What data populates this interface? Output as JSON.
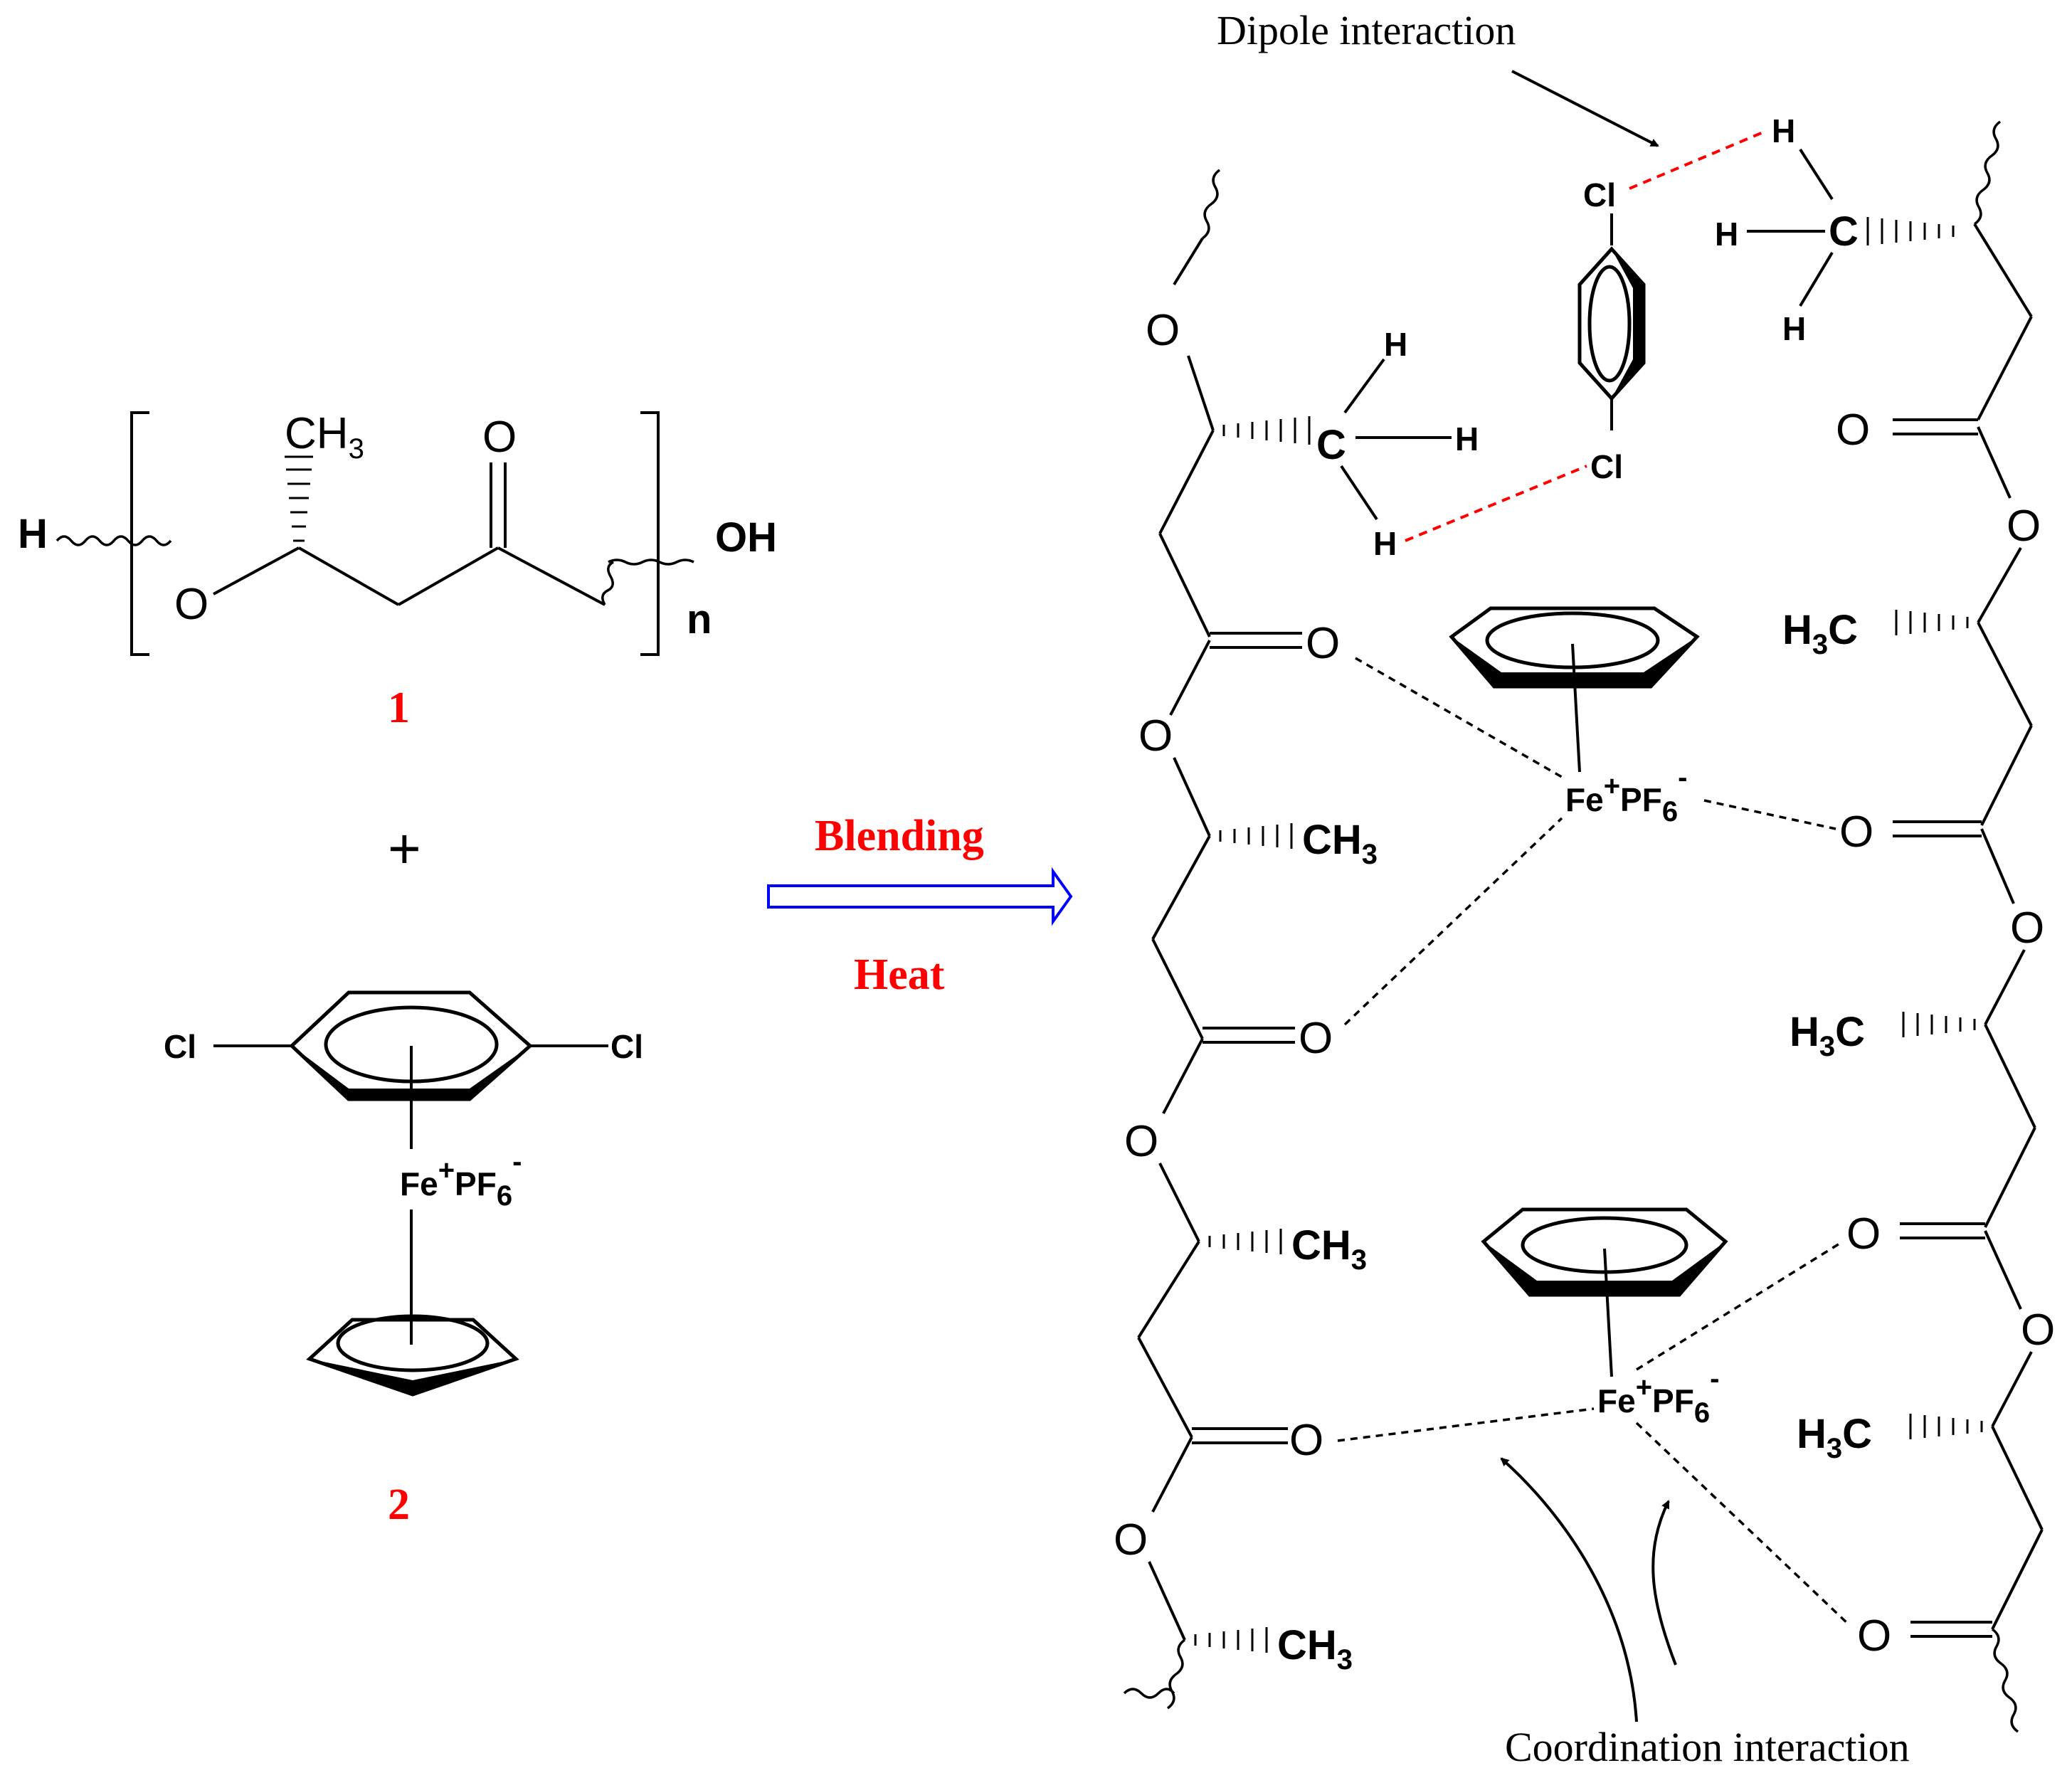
{
  "compound1": {
    "end_left": "H",
    "oxygen": "O",
    "methyl": "CH",
    "methyl_sub": "3",
    "carbonyl_o": "O",
    "end_right": "OH",
    "repeat": "n",
    "number": "1"
  },
  "plus_sign": "+",
  "compound2": {
    "cl_left": "Cl",
    "cl_right": "Cl",
    "iron": "Fe",
    "iron_charge": "+",
    "counterion": "PF",
    "counterion_sub": "6",
    "counterion_charge": "-",
    "number": "2"
  },
  "reaction": {
    "above_arrow": "Blending",
    "below_arrow": "Heat"
  },
  "annotations": {
    "dipole": "Dipole interaction",
    "coordination": "Coordination interaction"
  },
  "product": {
    "oxygen": "O",
    "ch3": "CH",
    "h3c": "H",
    "h3c_c": "C",
    "sub3": "3",
    "hydrogen": "H",
    "carbon": "C",
    "chlorine": "Cl",
    "iron": "Fe",
    "iron_charge": "+",
    "counterion": "PF",
    "counterion_sub": "6",
    "counterion_charge": "-"
  },
  "colors": {
    "numbers": "#ff0000",
    "arrow": "#0000ff",
    "dipole_bond": "#ff0000"
  }
}
